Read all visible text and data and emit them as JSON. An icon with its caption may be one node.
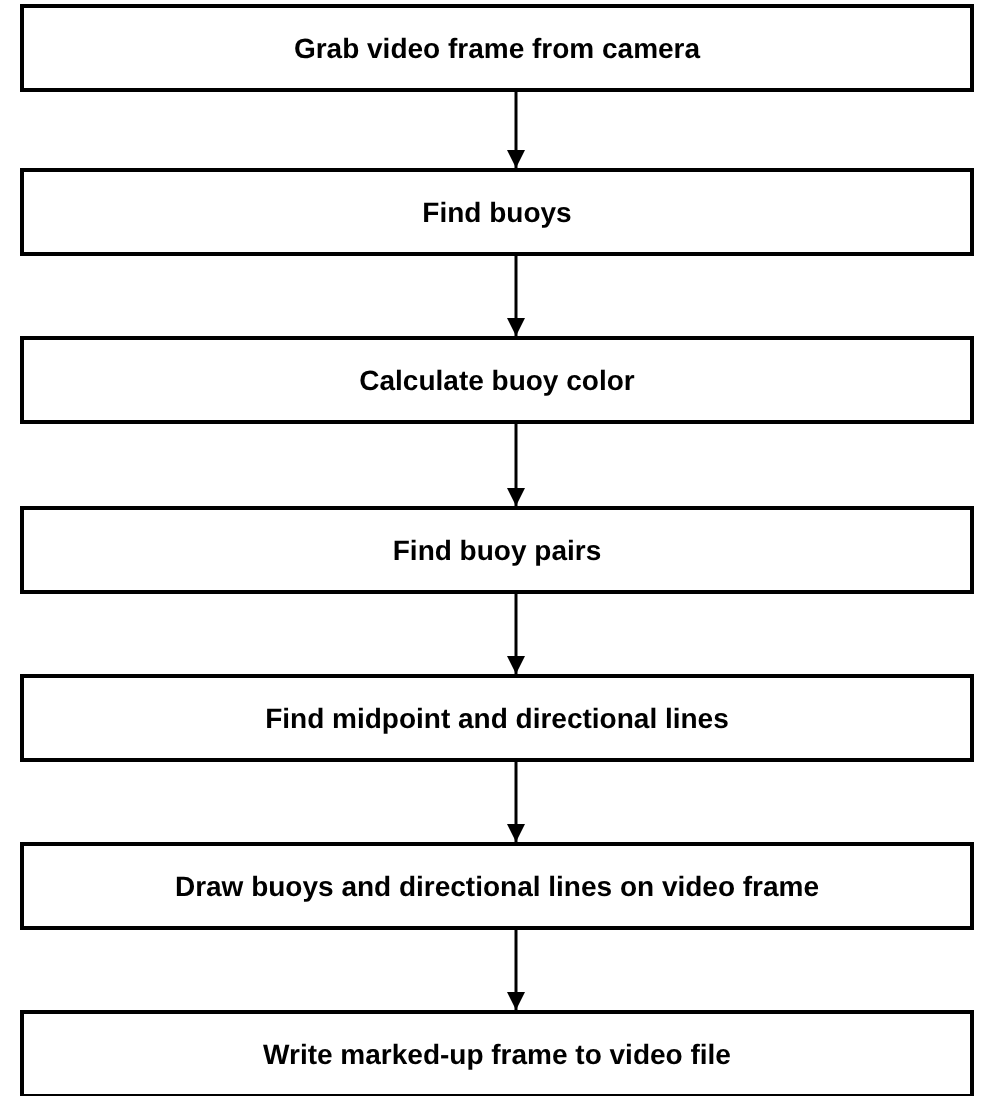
{
  "diagram": {
    "nodes": [
      {
        "text": [
          "Grab video frame from camera"
        ]
      },
      {
        "text": [
          "Find buoys"
        ]
      },
      {
        "text": [
          "Calculate buoy color"
        ]
      },
      {
        "text": [
          "Find buoy pairs"
        ]
      },
      {
        "text": [
          "Find midpoint and directional lines"
        ]
      },
      {
        "text": [
          "Draw buoys and directional lines on video frame"
        ]
      },
      {
        "text": [
          "Write marked-up frame to video file"
        ]
      }
    ],
    "edges": [
      {
        "from": 0,
        "to": 1,
        "arrow": "to"
      },
      {
        "from": 1,
        "to": 2,
        "arrow": "to"
      },
      {
        "from": 2,
        "to": 3,
        "arrow": "to"
      },
      {
        "from": 3,
        "to": 4,
        "arrow": "to"
      },
      {
        "from": 4,
        "to": 5,
        "arrow": "to"
      },
      {
        "from": 5,
        "to": 6,
        "arrow": "to"
      }
    ]
  }
}
